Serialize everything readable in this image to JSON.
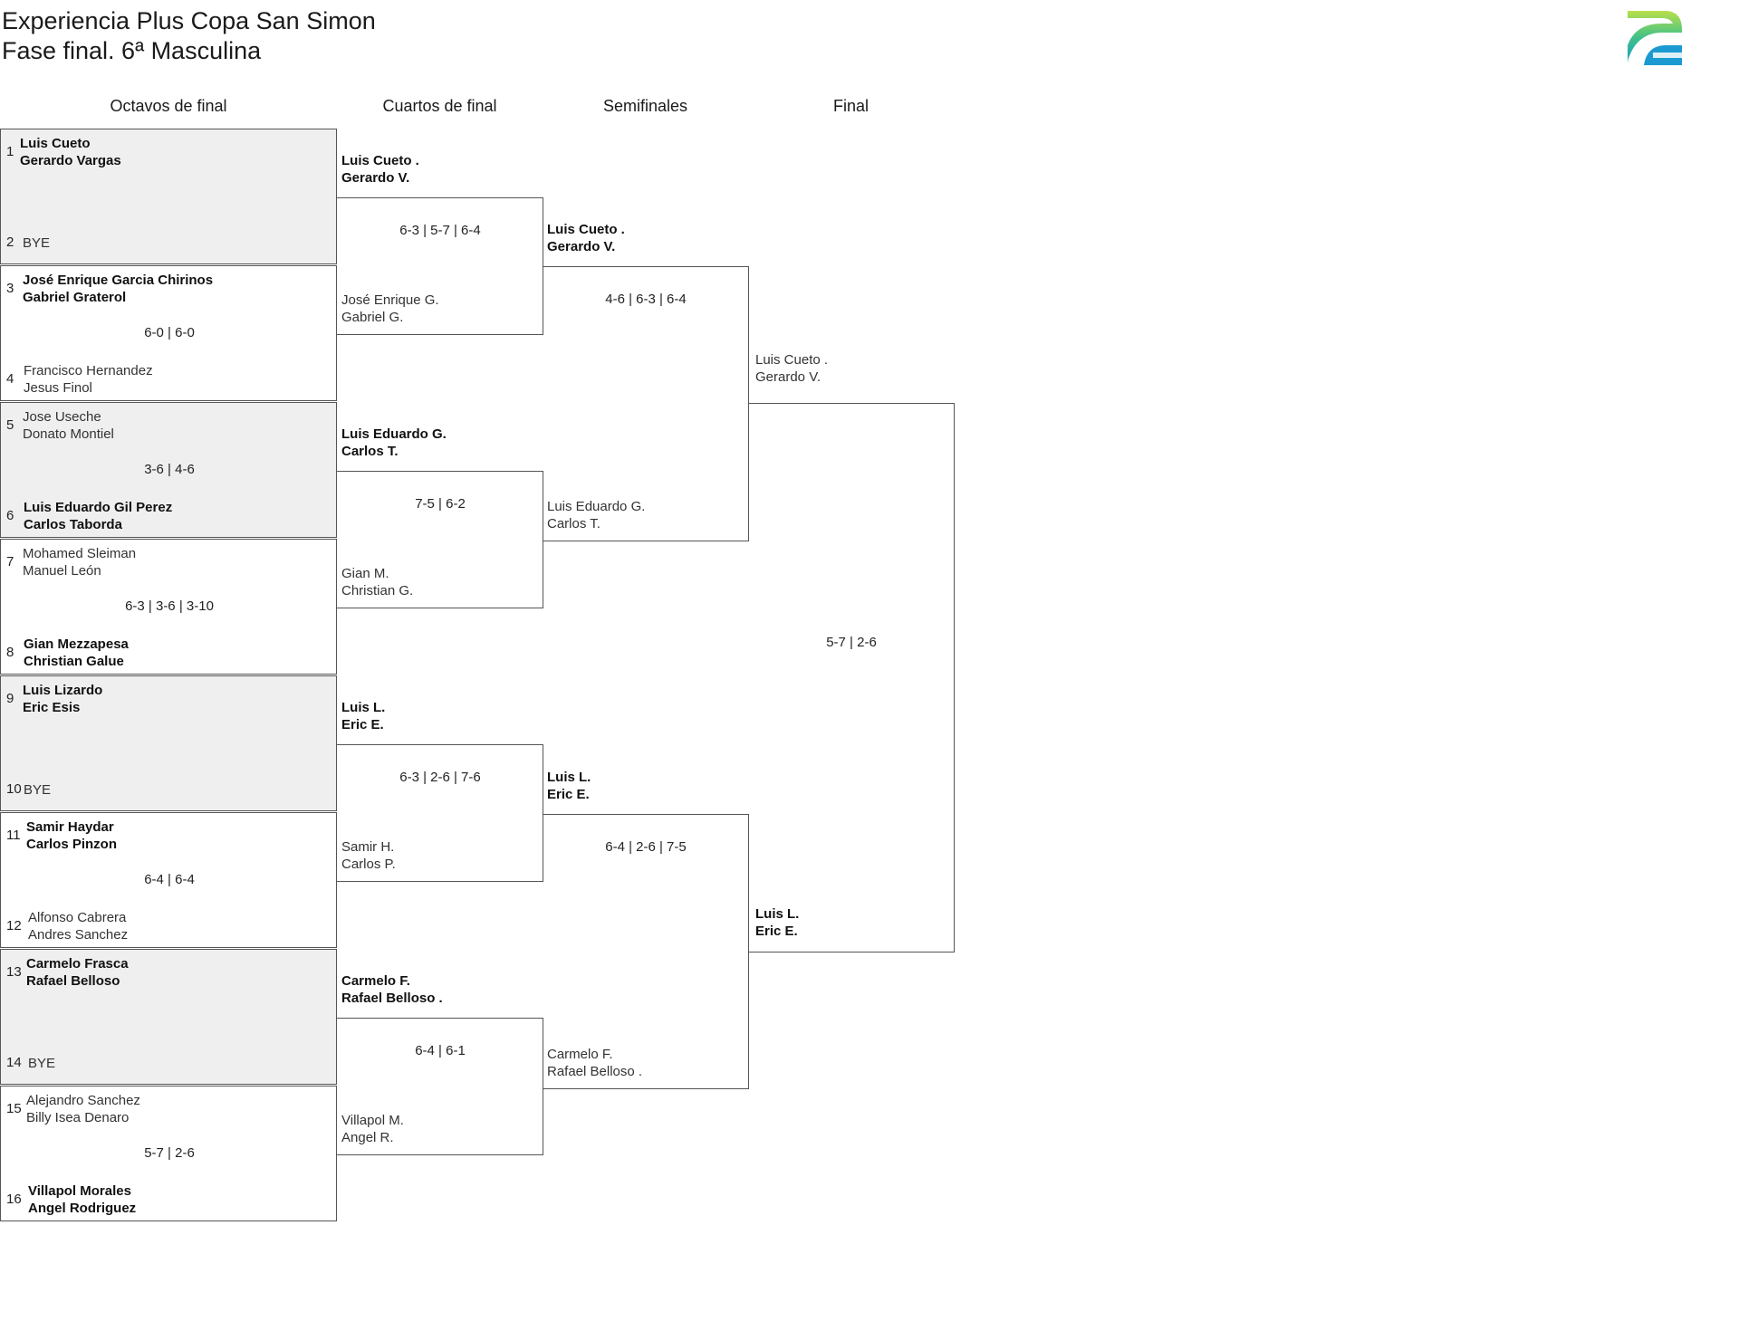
{
  "header": {
    "title_line1": "Experiencia Plus Copa San Simon",
    "title_line2": "Fase final. 6ª Masculina",
    "logo_icon": "tournament-logo-icon"
  },
  "rounds": {
    "r16": "Octavos de final",
    "qf": "Cuartos de final",
    "sf": "Semifinales",
    "final": "Final"
  },
  "octavos": [
    {
      "top": {
        "seed": "1",
        "p1": "Luis Cueto",
        "p2": "Gerardo Vargas"
      },
      "bottom": {
        "seed": "2",
        "p1": "BYE",
        "p2": ""
      },
      "score": ""
    },
    {
      "top": {
        "seed": "3",
        "p1": "José Enrique Garcia Chirinos",
        "p2": "Gabriel Graterol"
      },
      "bottom": {
        "seed": "4",
        "p1": "Francisco Hernandez",
        "p2": "Jesus Finol"
      },
      "score": "6-0 | 6-0"
    },
    {
      "top": {
        "seed": "5",
        "p1": "Jose Useche",
        "p2": "Donato Montiel"
      },
      "bottom": {
        "seed": "6",
        "p1": "Luis Eduardo Gil Perez",
        "p2": "Carlos Taborda"
      },
      "score": "3-6 | 4-6"
    },
    {
      "top": {
        "seed": "7",
        "p1": "Mohamed Sleiman",
        "p2": "Manuel León"
      },
      "bottom": {
        "seed": "8",
        "p1": "Gian Mezzapesa",
        "p2": "Christian Galue"
      },
      "score": "6-3 | 3-6 | 3-10"
    },
    {
      "top": {
        "seed": "9",
        "p1": "Luis Lizardo",
        "p2": "Eric Esis"
      },
      "bottom": {
        "seed": "10",
        "p1": "BYE",
        "p2": ""
      },
      "score": ""
    },
    {
      "top": {
        "seed": "11",
        "p1": "Samir Haydar",
        "p2": "Carlos Pinzon"
      },
      "bottom": {
        "seed": "12",
        "p1": "Alfonso Cabrera",
        "p2": "Andres Sanchez"
      },
      "score": "6-4 | 6-4"
    },
    {
      "top": {
        "seed": "13",
        "p1": "Carmelo Frasca",
        "p2": "Rafael Belloso"
      },
      "bottom": {
        "seed": "14",
        "p1": "BYE",
        "p2": ""
      },
      "score": ""
    },
    {
      "top": {
        "seed": "15",
        "p1": "Alejandro Sanchez",
        "p2": "Billy Isea Denaro"
      },
      "bottom": {
        "seed": "16",
        "p1": "Villapol Morales",
        "p2": "Angel Rodriguez"
      },
      "score": "5-7 | 2-6"
    }
  ],
  "cuartos": [
    {
      "top": {
        "p1": "Luis Cueto .",
        "p2": "Gerardo V."
      },
      "bottom": {
        "p1": "José Enrique G.",
        "p2": "Gabriel G."
      },
      "score": "6-3 | 5-7 | 6-4"
    },
    {
      "top": {
        "p1": "Luis Eduardo G.",
        "p2": "Carlos T."
      },
      "bottom": {
        "p1": "Gian M.",
        "p2": "Christian G."
      },
      "score": "7-5 | 6-2"
    },
    {
      "top": {
        "p1": "Luis L.",
        "p2": "Eric E."
      },
      "bottom": {
        "p1": "Samir H.",
        "p2": "Carlos P."
      },
      "score": "6-3 | 2-6 | 7-6"
    },
    {
      "top": {
        "p1": "Carmelo F.",
        "p2": "Rafael Belloso ."
      },
      "bottom": {
        "p1": "Villapol M.",
        "p2": "Angel R."
      },
      "score": "6-4 | 6-1"
    }
  ],
  "semis": [
    {
      "top": {
        "p1": "Luis Cueto .",
        "p2": "Gerardo V."
      },
      "bottom": {
        "p1": "Luis Eduardo G.",
        "p2": "Carlos T."
      },
      "score": "4-6 | 6-3 | 6-4"
    },
    {
      "top": {
        "p1": "Luis L.",
        "p2": "Eric E."
      },
      "bottom": {
        "p1": "Carmelo F.",
        "p2": "Rafael Belloso ."
      },
      "score": "6-4 | 2-6 | 7-5"
    }
  ],
  "final": {
    "top": {
      "p1": "Luis Cueto .",
      "p2": "Gerardo V."
    },
    "bottom": {
      "p1": "Luis L.",
      "p2": "Eric E."
    },
    "score": "5-7 | 2-6"
  }
}
